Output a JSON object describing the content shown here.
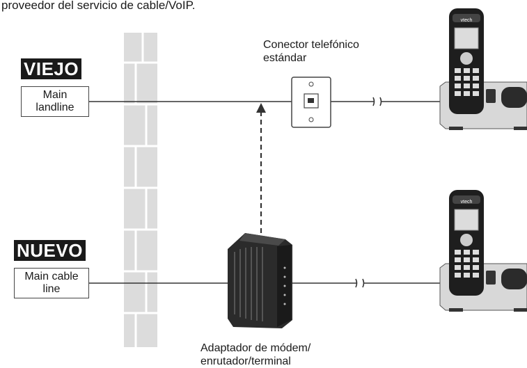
{
  "header_text": "proveedor del servicio de cable/VoIP.",
  "old_label": "VIEJO",
  "old_line_label": [
    "Main",
    "landline"
  ],
  "new_label": "NUEVO",
  "new_line_label": [
    "Main cable",
    "line"
  ],
  "jack_label": [
    "Conector telefónico",
    "estándar"
  ],
  "modem_label": [
    "Adaptador de módem/",
    "enrutador/terminal"
  ],
  "phone_brand": "vtech"
}
